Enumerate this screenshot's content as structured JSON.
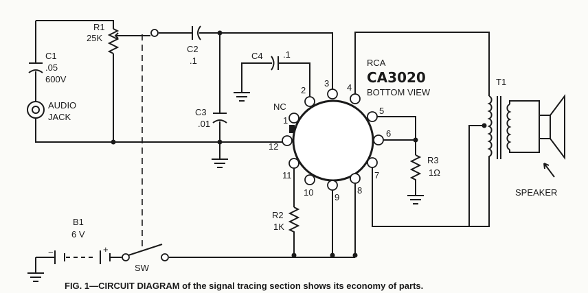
{
  "components": {
    "r1": {
      "name": "R1",
      "value": "25K"
    },
    "c1": {
      "name": "C1",
      "value": ".05",
      "rating": "600V"
    },
    "jack": {
      "line1": "AUDIO",
      "line2": "JACK"
    },
    "c2": {
      "name": "C2",
      "value": ".1"
    },
    "c3": {
      "name": "C3",
      "value": ".01"
    },
    "c4": {
      "name": "C4",
      "value": ".1"
    },
    "ic": {
      "maker": "RCA",
      "part": "CA3020",
      "view": "BOTTOM VIEW",
      "nc": "NC"
    },
    "r3": {
      "name": "R3",
      "value": "1Ω"
    },
    "r2": {
      "name": "R2",
      "value": "1K"
    },
    "t1": {
      "name": "T1"
    },
    "speaker": {
      "name": "SPEAKER"
    },
    "b1": {
      "name": "B1",
      "value": "6 V",
      "minus": "−",
      "plus": "+"
    },
    "sw": {
      "name": "SW"
    }
  },
  "pins": [
    "1",
    "2",
    "3",
    "4",
    "5",
    "6",
    "7",
    "8",
    "9",
    "10",
    "11",
    "12"
  ],
  "caption": {
    "lead": "FIG. 1—CIRCUIT DIAGRAM",
    "rest": " of the signal tracing section shows its economy of parts."
  }
}
